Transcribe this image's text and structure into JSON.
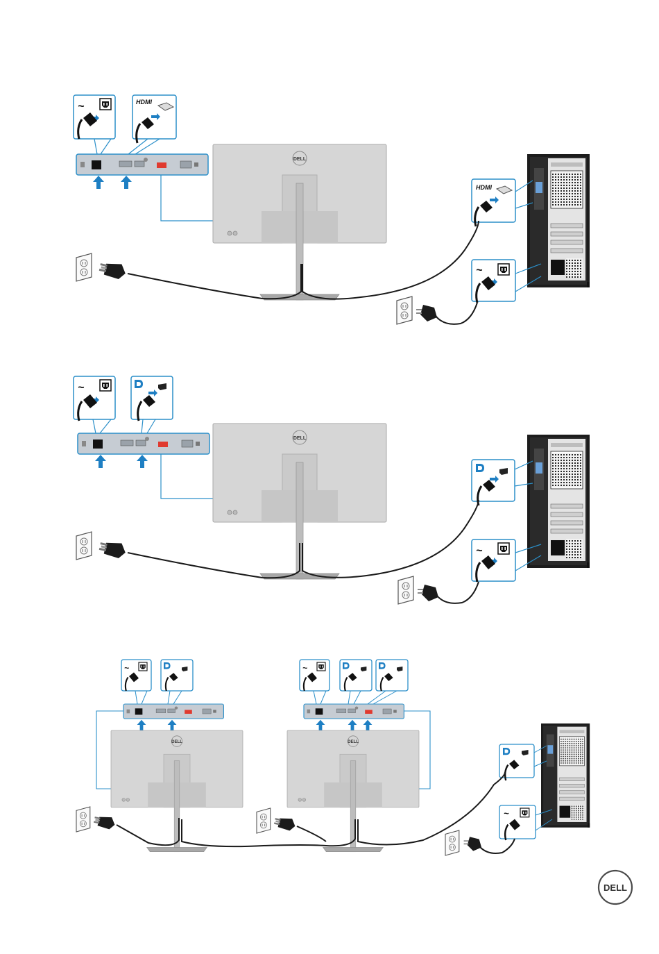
{
  "brand": {
    "logo_text": "DELL",
    "monitor_logo_text": "DELL"
  },
  "labels": {
    "hdmi": "HDMI",
    "power": "~"
  },
  "colors": {
    "callout_border": "#2b8fc9",
    "arrow": "#1e7fc3",
    "cable": "#1a1a1a",
    "monitor_body": "#d4d4d4",
    "monitor_stand": "#b9b9b9",
    "tower": "#1c1c1c",
    "port_panel": "#c6ccd3",
    "red_port": "#e03a2f"
  },
  "diagrams": [
    {
      "name": "hdmi-connection",
      "video_port_icon": "hdmi-icon"
    },
    {
      "name": "displayport-connection",
      "video_port_icon": "displayport-icon"
    },
    {
      "name": "daisy-chain-connection",
      "video_port_icon": "displayport-icon"
    }
  ]
}
